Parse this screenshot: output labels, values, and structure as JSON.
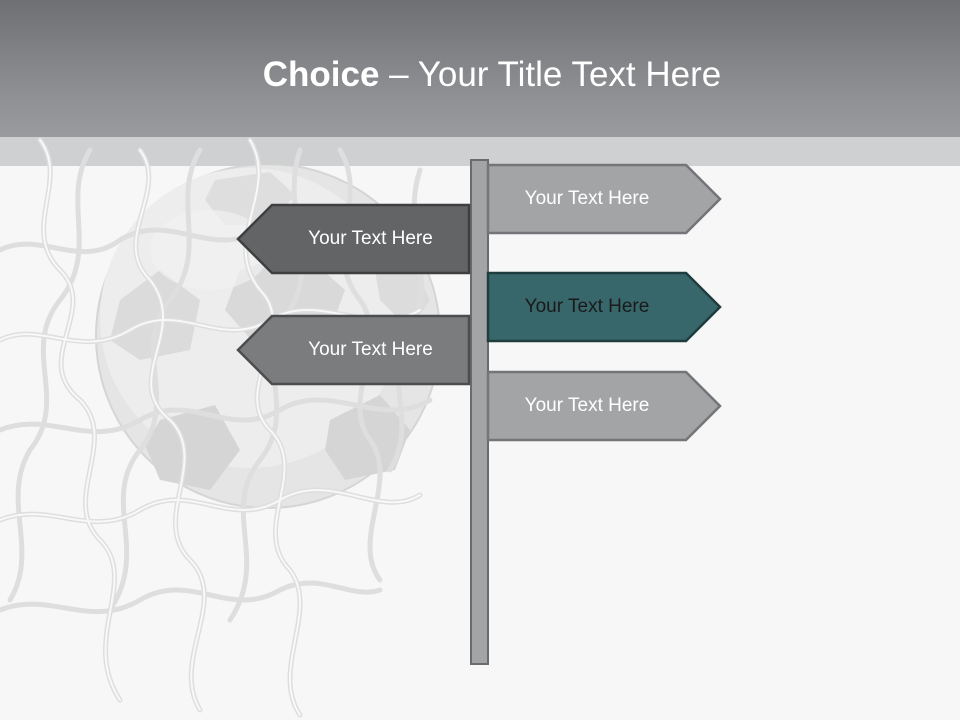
{
  "slide": {
    "title_bold": "Choice",
    "title_rest": " – Your Title Text Here"
  },
  "signs": {
    "right_1": {
      "label": "Your Text Here",
      "color": "#a3a4a6",
      "text_color": "#ffffff"
    },
    "left_1": {
      "label": "Your Text Here",
      "color": "#636466",
      "text_color": "#ffffff"
    },
    "right_2": {
      "label": "Your Text Here",
      "color": "#37676a",
      "text_color": "#1a1a1a"
    },
    "left_2": {
      "label": "Your Text Here",
      "color": "#7b7c7e",
      "text_color": "#ffffff"
    },
    "right_3": {
      "label": "Your Text Here",
      "color": "#a3a4a6",
      "text_color": "#ffffff"
    }
  },
  "background_image": {
    "subject": "soccer ball in goal net"
  }
}
